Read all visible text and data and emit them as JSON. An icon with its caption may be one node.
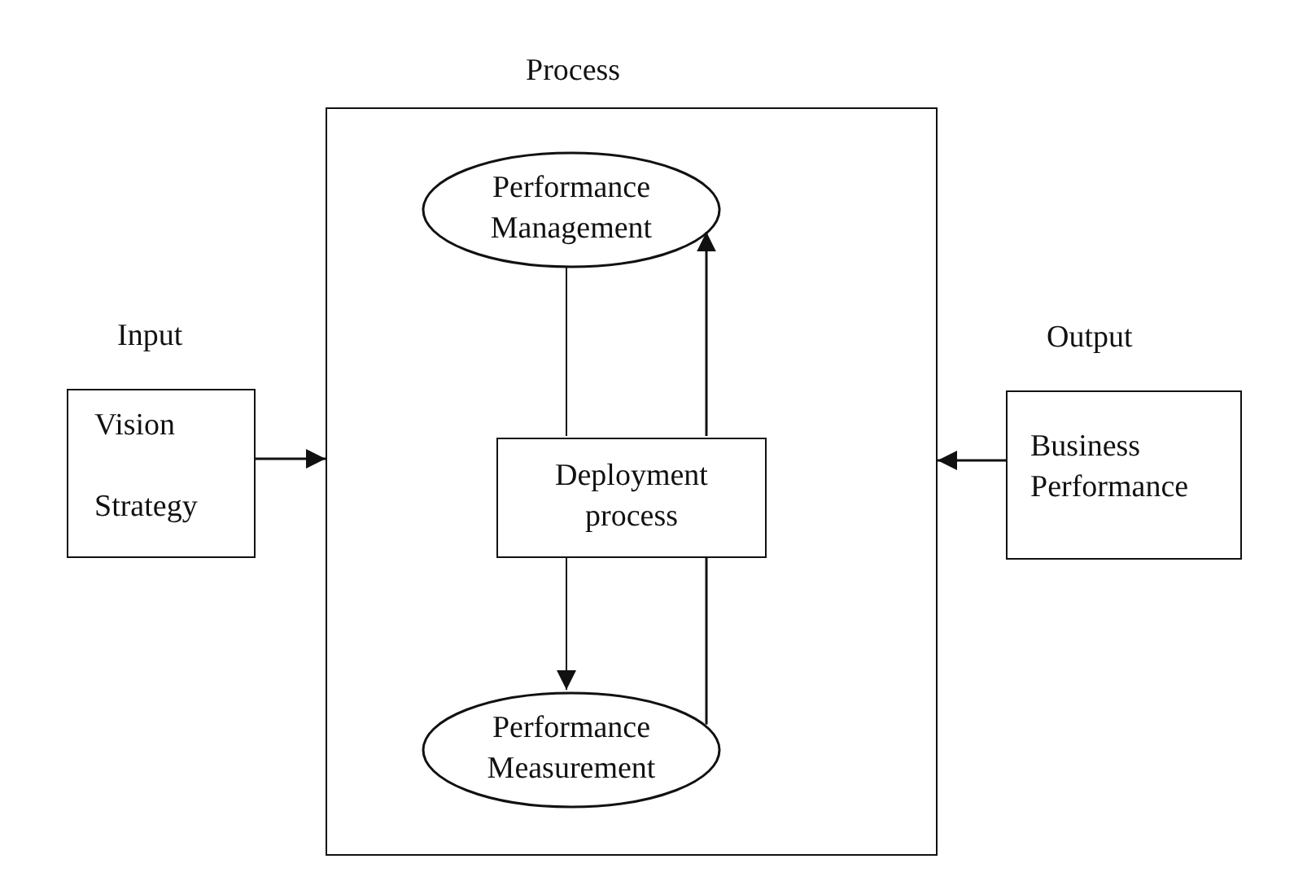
{
  "diagram": {
    "nodes": [
      {
        "text": [
          "Process"
        ]
      },
      {
        "text": [
          "Performance Management"
        ],
        "in": 0
      },
      {
        "text": [
          "Deployment process"
        ],
        "in": 0
      },
      {
        "text": [
          "Performance Measurement"
        ],
        "in": 0
      },
      {
        "text": [
          "Input",
          "Vision",
          "Strategy"
        ]
      },
      {
        "text": [
          "Output",
          "Business Performance"
        ]
      }
    ],
    "edges": [
      {
        "from": 4,
        "to": 0,
        "arrow": "to"
      },
      {
        "from": 5,
        "to": 0,
        "arrow": "to"
      },
      {
        "from": 1,
        "to": 2,
        "arrow": "none"
      },
      {
        "from": 2,
        "to": 3,
        "arrow": "to"
      },
      {
        "from": 3,
        "to": 2,
        "arrow": "none"
      },
      {
        "from": 2,
        "to": 1,
        "arrow": "to"
      }
    ]
  }
}
